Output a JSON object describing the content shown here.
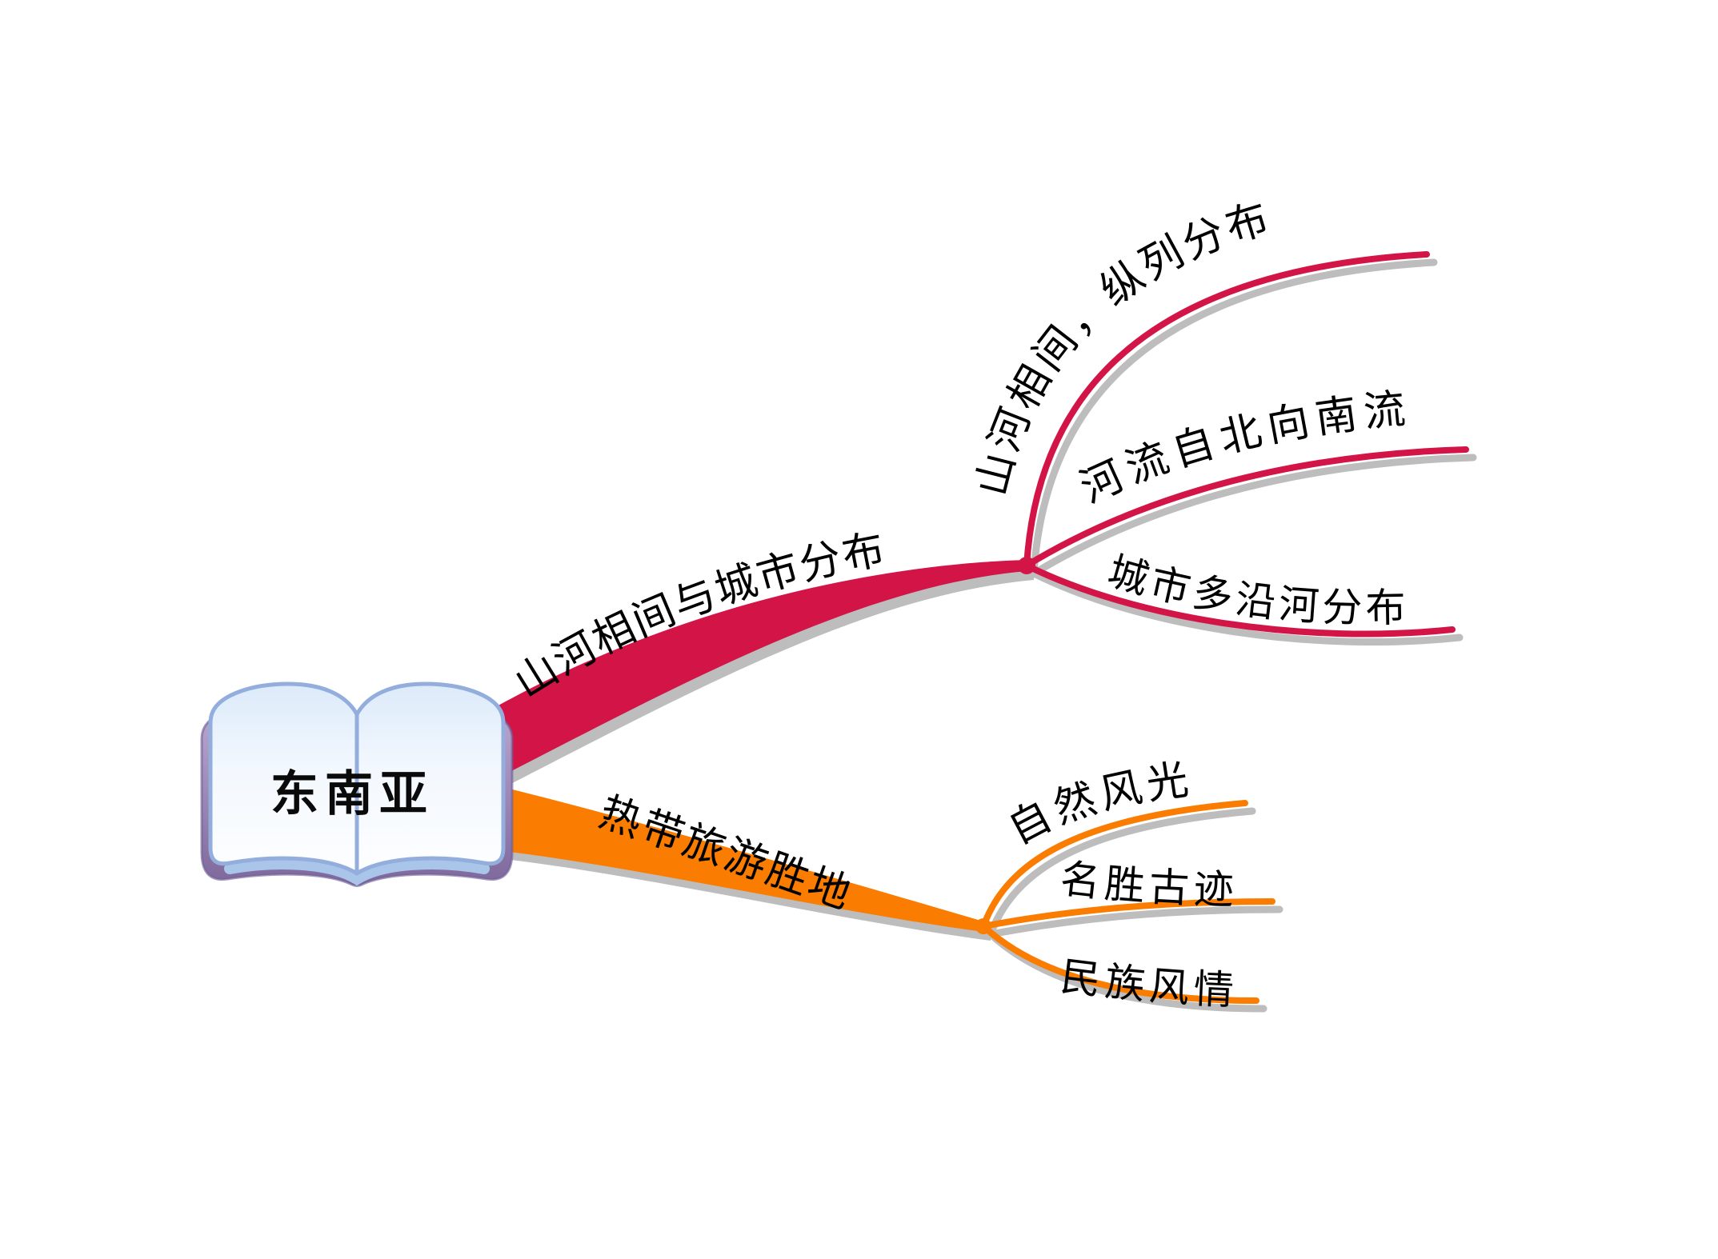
{
  "central": {
    "label": "东南亚",
    "icon": "open-book-icon"
  },
  "branches": [
    {
      "label": "山河相间与城市分布",
      "color": "#D21446",
      "children": [
        {
          "label": "山河相间，纵列分布"
        },
        {
          "label": "河流自北向南流"
        },
        {
          "label": "城市多沿河分布"
        }
      ]
    },
    {
      "label": "热带旅游胜地",
      "color": "#FA7C00",
      "children": [
        {
          "label": "自然风光"
        },
        {
          "label": "名胜古迹"
        },
        {
          "label": "民族风情"
        }
      ]
    }
  ],
  "colors": {
    "branch_red": "#D21446",
    "branch_orange": "#FA7C00",
    "shadow_gray": "#BDBDBD",
    "book_cover_purple": "#8C75A5",
    "book_page_blue": "#A9C6EA"
  }
}
